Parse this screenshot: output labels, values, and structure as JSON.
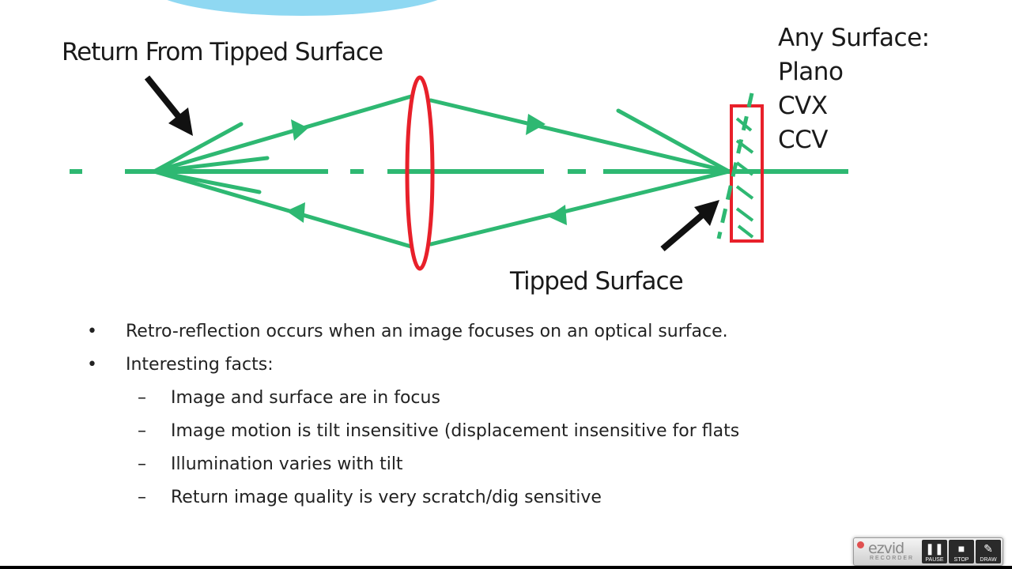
{
  "diagram": {
    "label_return": "Return From Tipped Surface",
    "label_tipped": "Tipped Surface",
    "surface_list": [
      "Any Surface:",
      "Plano",
      "CVX",
      "CCV"
    ],
    "colors": {
      "ray": "#2eb872",
      "lens": "#e8202a",
      "arrow": "#111111"
    }
  },
  "bullets": [
    "Retro-reflection occurs when an image focuses on an optical surface.",
    "Interesting facts:"
  ],
  "sub_bullets": [
    "Image and surface are in focus",
    "Image motion is tilt insensitive (displacement insensitive for flats",
    "Illumination varies with tilt",
    "Return image quality is very scratch/dig sensitive"
  ],
  "bullet_mark": "•",
  "dash_mark": "–",
  "recorder": {
    "brand": "ezvid",
    "sub": "RECORDER",
    "buttons": [
      {
        "label": "PAUSE",
        "icon": "pause-icon"
      },
      {
        "label": "STOP",
        "icon": "stop-icon"
      },
      {
        "label": "DRAW",
        "icon": "pen-icon"
      }
    ]
  }
}
